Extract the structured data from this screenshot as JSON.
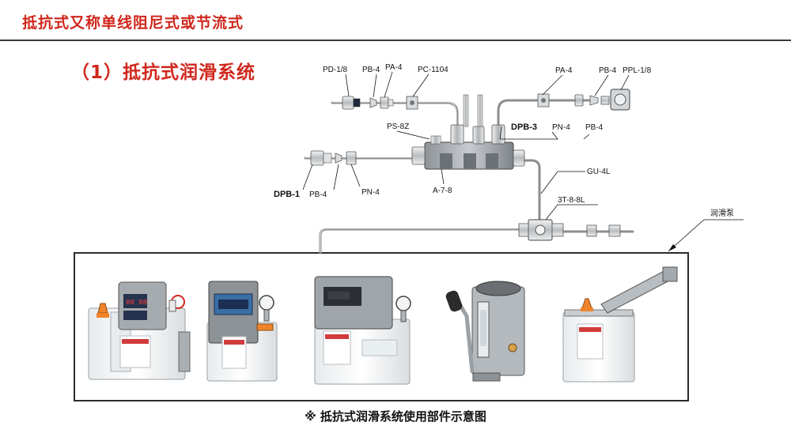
{
  "header": {
    "title": "抵抗式又称单线阻尼式或节流式"
  },
  "section": {
    "title": "（1）抵抗式润滑系统"
  },
  "labels": {
    "pd18": "PD-1/8",
    "pb4_top": "PB-4",
    "pa4_top": "PA-4",
    "pc1104": "PC-1104",
    "pa4_right": "PA-4",
    "pb4_right": "PB-4",
    "ppl18": "PPL-1/8",
    "ps8z": "PS-8Z",
    "dpb3": "DPB-3",
    "pn4_mid": "PN-4",
    "pb4_mid": "PB-4",
    "dpb1": "DPB-1",
    "pb4_left": "PB-4",
    "pn4_left": "PN-4",
    "a78": "A-7-8",
    "gu4l": "GU-4L",
    "t388l": "3T-8-8L",
    "pump": "润滑泵"
  },
  "footer": {
    "note": "※  抵抗式润滑系统使用部件示意图"
  },
  "colors": {
    "accent_red": "#d0271d",
    "pipe": "#9a9a9a",
    "metal": "#c9cbcd"
  }
}
